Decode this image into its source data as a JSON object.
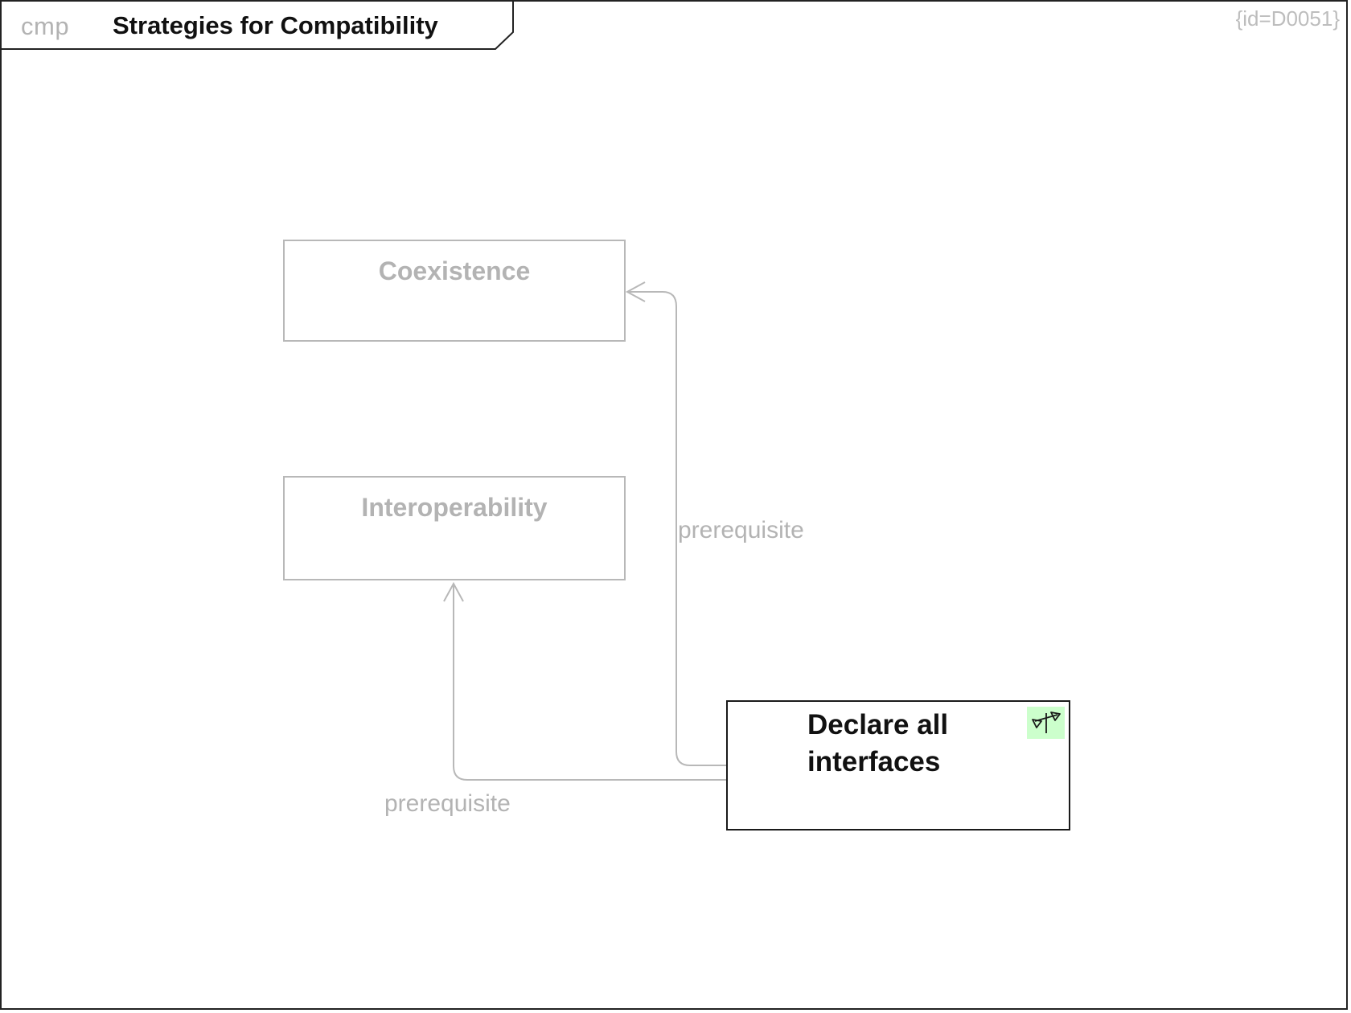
{
  "frame": {
    "type_label": "cmp",
    "title": "Strategies for Compatibility",
    "id_tag": "{id=D0051}"
  },
  "nodes": [
    {
      "id": "coexistence",
      "label": "Coexistence",
      "state": "dimmed"
    },
    {
      "id": "interoperability",
      "label": "Interoperability",
      "state": "dimmed"
    },
    {
      "id": "declare-all-interfaces",
      "label": "Declare all interfaces",
      "state": "active",
      "icon": "balance-scale-icon"
    }
  ],
  "edges": [
    {
      "id": "declare-to-coexistence",
      "from": "declare-all-interfaces",
      "to": "coexistence",
      "label": "prerequisite",
      "arrow": "open"
    },
    {
      "id": "declare-to-interoperability",
      "from": "declare-all-interfaces",
      "to": "interoperability",
      "label": "prerequisite",
      "arrow": "open"
    }
  ],
  "colors": {
    "dimmed_text": "#b3b3b3",
    "dimmed_border": "#b8b8b8",
    "active_border": "#1a1a1a",
    "active_text": "#111111",
    "icon_background_green": "#ccffcc",
    "frame_border": "#222222"
  }
}
